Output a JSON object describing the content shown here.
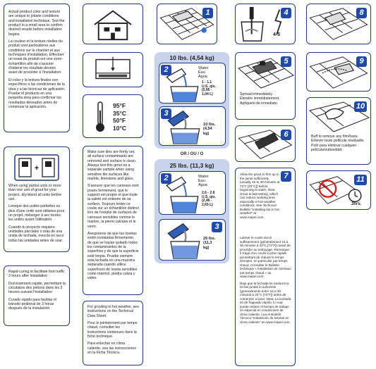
{
  "col1": {
    "color_note": [
      "Actual product color and texture are unique to jobsite conditions and installation technique. Test the product in a small area to confirm desired results before installation begins.",
      "La couleur et la texture réelles du produit sont particulières aux conditions sur le chantier et aux techniques d'installation. Effectuer un essai du produit sur une zone-échantillon afin de s'assurer d'obtenir les résultats désirés avant de procéder à l'installation.",
      "El color y la textura finales son específicos a las condiciones de la obra y a las técnicas de aplicación. Pruebe el producto en una pequeña área para confirmar los resultados deseados antes de comenzar la aplicación."
    ],
    "units_note": [
      "When using partial units or more than one unit of grout for your project, dry-blend all units before use.",
      "Lorsque des unités partielles ou plus d'une unité sont utilisées pour un projet, mélanger à sec toutes les unités avant l'utilisation.",
      "Cuando tu proyecto requiere unidades parciales o mas de una unida de lechada, mezcla en seco todas las unidades antes de usar."
    ],
    "traffic_note": [
      "Rapid-curing to facilitate foot traffic 3 hours after installation",
      "Durcissement rapide, permettant la circulation des piétons dans les 3 heures suivant l'installation",
      "Curado rápido para facilitar el tránsito peatonal de 3 horas después de la instalación"
    ]
  },
  "col2": {
    "temps": [
      "95°F",
      "35°C",
      "50°F",
      "10°C"
    ],
    "surface_note": [
      "Make sure tiles are firmly set, all surface contaminants are removed and surface is clean. Always test this grout on a separate sample when using sensitive tile surfaces like marble, limestone and glass.",
      "S'assurer que les carreaux sont posés fermement, que le support est propre et que toute la saleté est enlevée de sa surface. Toujours tester ce coulis sur un échantillon distinct lors de l'emploi de surfaces de carreaux sensibles comme le marbre, la pierre calcaire et le verre.",
      "Asegurarse de que las losetas estén instaladas firmemente, de que se hayan quitado todos los contaminantes de la superficie y de que la superficie esté limpia. Pruebe siempre esta lechada en una muestra separada cuando utilice superficies de loseta sensibles como mármol, piedra caliza y vidrio."
    ],
    "hot_note": [
      "For grouting in hot weather, see instructions on the Technical Data Sheet.",
      "Pour le jointoiement par temps chaud, consulter les instructions contenues dans la fiche technique.",
      "Para enlechar en clima caliente, vea las instrucciones en la Ficha Técnica."
    ]
  },
  "col3": {
    "size_small": "10 lbs. (4,54 kg)",
    "or_label": "OR / OU / O",
    "size_large": "25 lbs. (11,3 kg)",
    "water_label": [
      "Water",
      "Eau",
      "Agua"
    ],
    "small_water": [
      "1 - 1.1",
      "U.S. qts.",
      "(0,95 -",
      "1,04 L)"
    ],
    "small_bag": [
      "10 lbs.",
      "(4,54",
      "kg)"
    ],
    "large_water": [
      "2.6 - 2.8",
      "U.S. qts.",
      "(2,46 -",
      "2,65 L)"
    ],
    "large_bag": [
      "25 lbs.",
      "(11,3",
      "kg)"
    ],
    "step2_num": "2",
    "step3_num": "3"
  },
  "col4": {
    "step1_num": "1",
    "step4_num": "4",
    "mix_time": "4-5",
    "step5_num": "5",
    "step5_text": [
      "Spread immediately.",
      "Étendre immédiatement.",
      "Aplíquelo de inmediato."
    ],
    "step6_num": "6",
    "step7_num": "7",
    "step7_text": [
      "Allow the grout to firm up in the joints sufficiently (usually 15 to 30 minutes at 73°F [23°C]) before beginning to wash. Note: Grout is fast-setting, which can reduce working time especially in hot-weather conditions. See Technical Bulletin \"Installing tile in hot weather\" at www.mapei.com.",
      "Laisser le coulis durcir suffisamment (généralement 15 à 30 minutes à 23°C [73°F]) avant de procéder au nettoyage. Remarque : Il s'agit d'un coulis à prise rapide permettant de réduire le temps d'emploi, en particulier par temps chaud. Consulter le Bulletin technique « Installation de carreaux par temps chaud » au www.mapei.com.",
      "Deje que la lechada se endurezca en las juntas lo suficiente (generalmente entre 15 a 30 minutos a 23°C [73°F]) antes de comenzar a lavar. Nota: La lechada es de fraguado rápido, lo cual puede reducir el tiempo de trabajo en especial en condiciones de clima caliente. Lea el Boletín Técnico \"Instalación de losetas en clima caliente\" en www.mapei.com."
    ]
  },
  "col5": {
    "step8_num": "8",
    "step9_num": "9",
    "step10_num": "10",
    "step10_text": [
      "Buff to remove any film/haze.",
      "Enlever toute pellicule résiduelle.",
      "Pulir para eliminar cualquier película/nubosidad."
    ],
    "step11_num": "11",
    "cure_label": "3hrs."
  }
}
